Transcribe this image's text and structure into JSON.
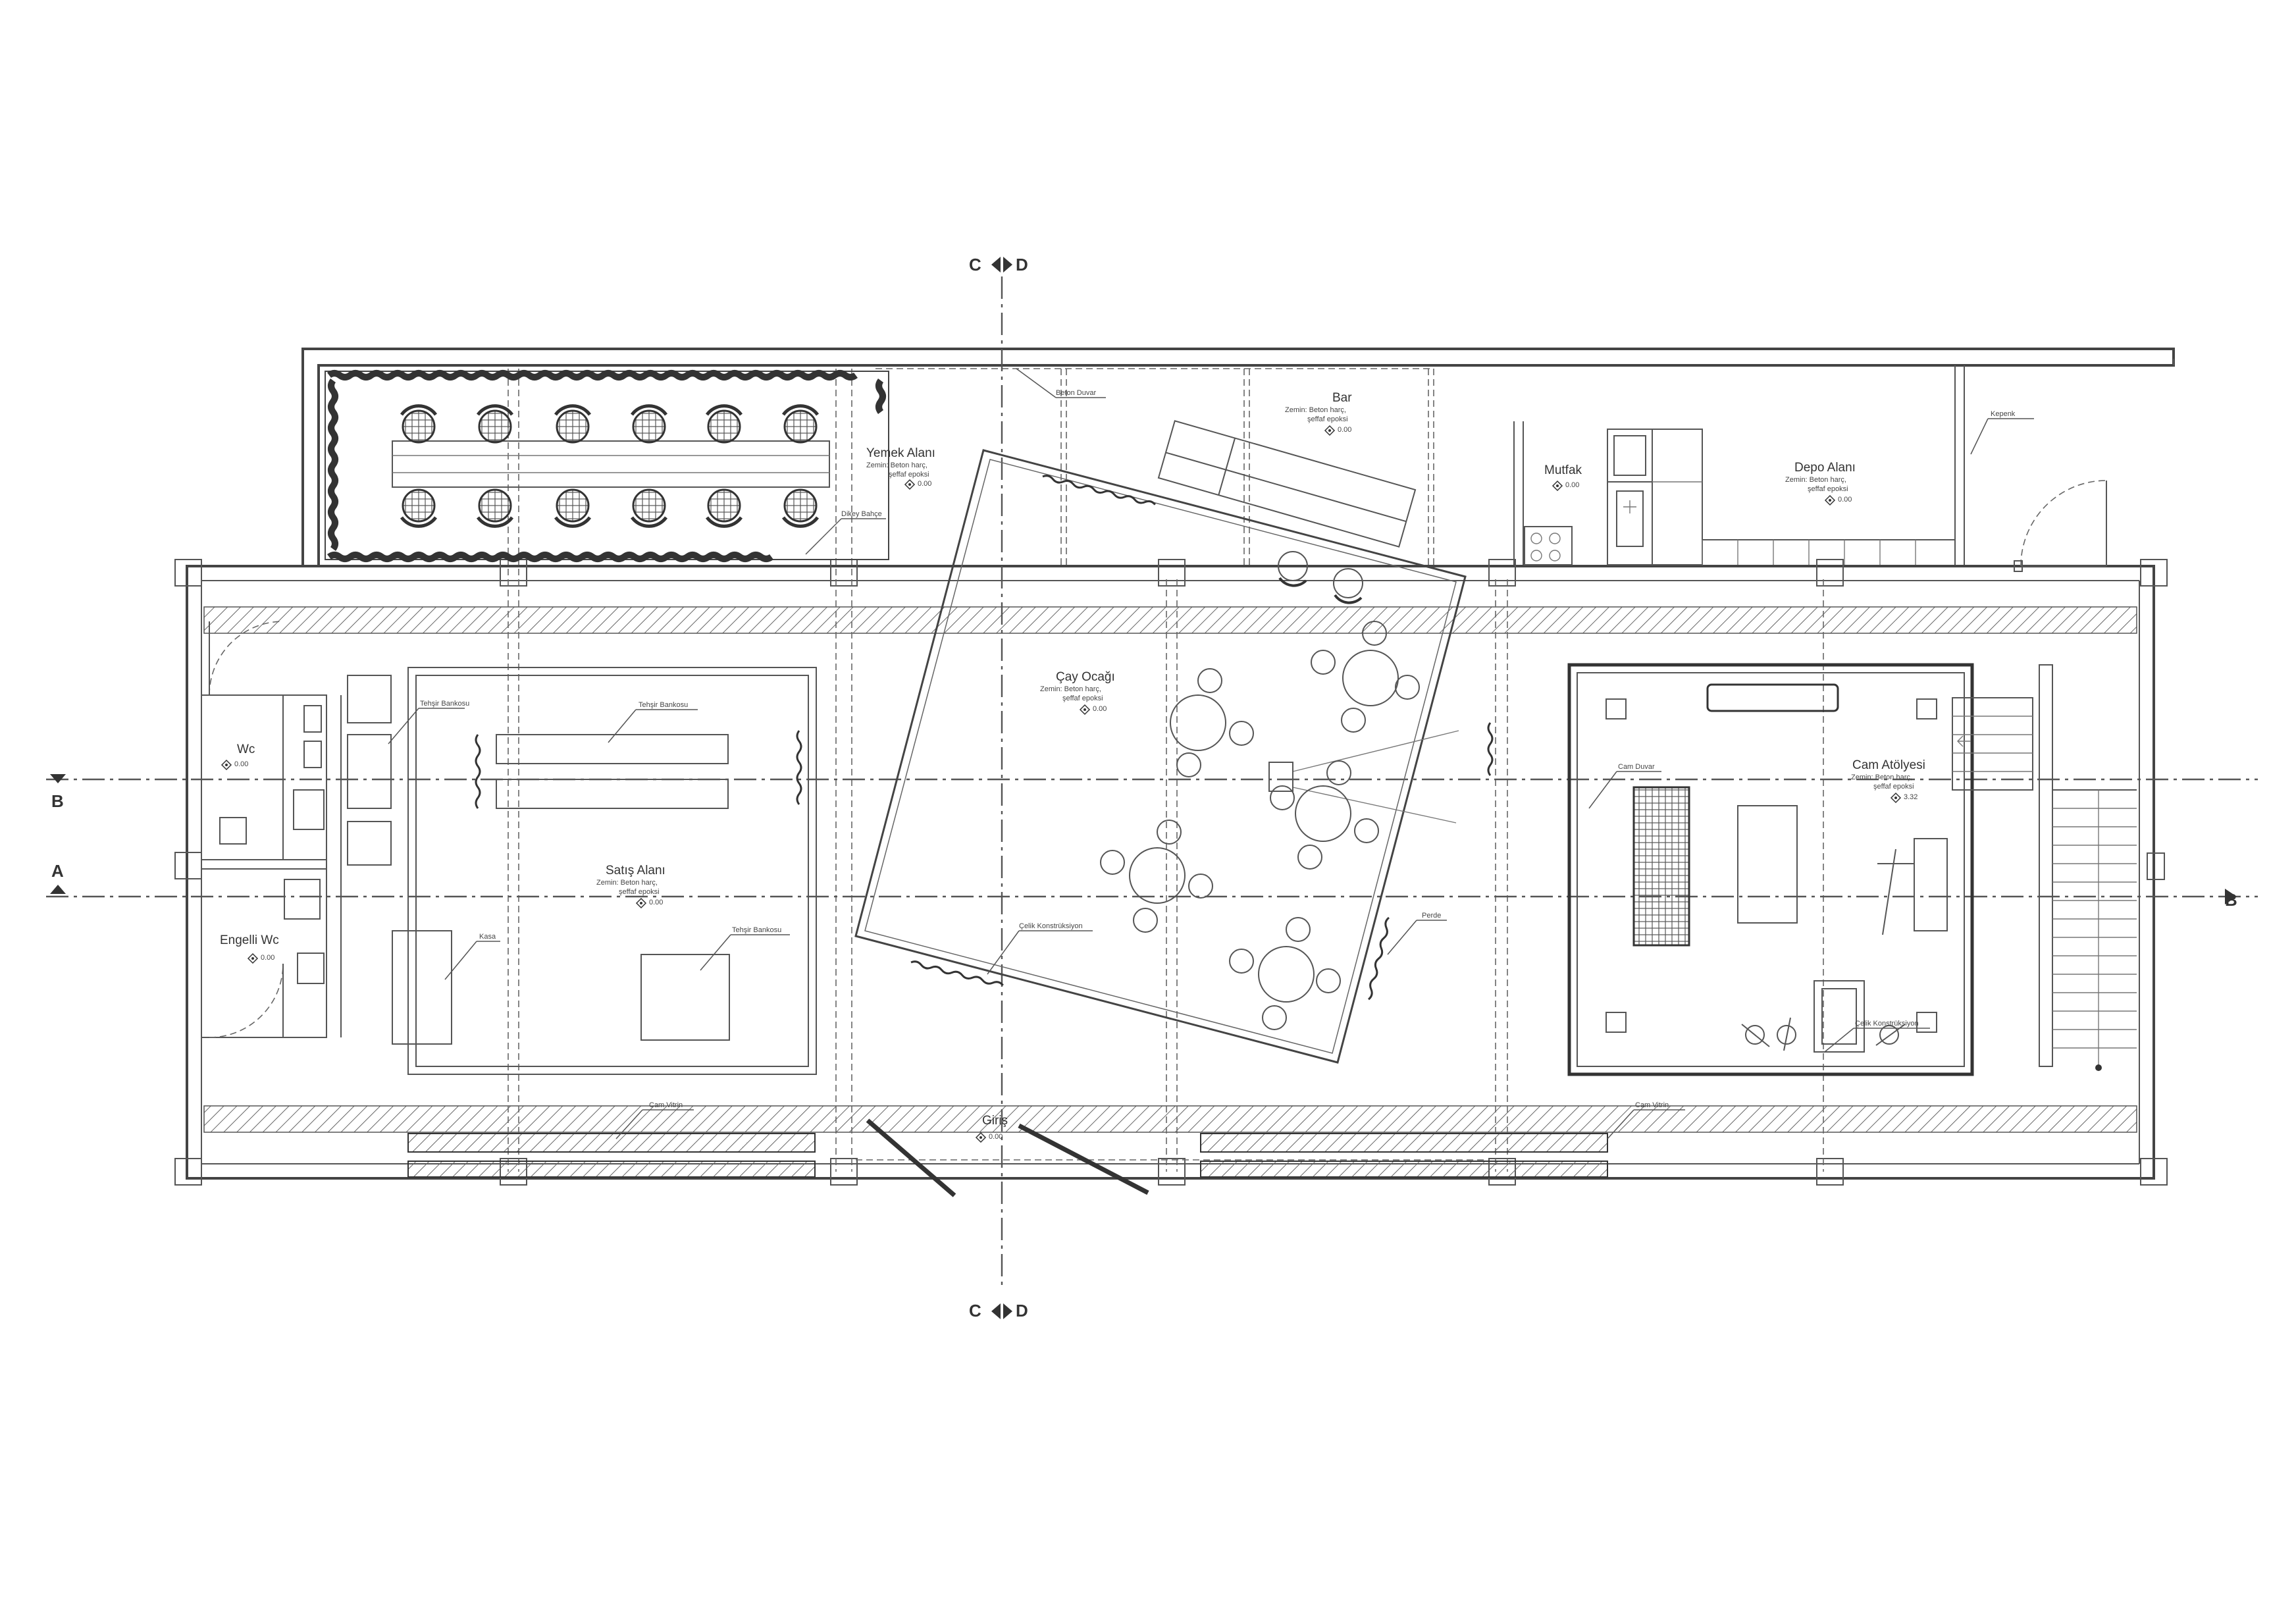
{
  "rooms": {
    "yemek": {
      "title": "Yemek Alanı",
      "floor_1": "Zemin: Beton harç,",
      "floor_2": "şeffaf epoksi",
      "level": "0.00"
    },
    "bar": {
      "title": "Bar",
      "floor_1": "Zemin: Beton harç,",
      "floor_2": "şeffaf epoksi",
      "level": "0.00"
    },
    "mutfak": {
      "title": "Mutfak",
      "level": "0.00"
    },
    "depo": {
      "title": "Depo Alanı",
      "floor_1": "Zemin: Beton harç,",
      "floor_2": "şeffaf epoksi",
      "level": "0.00"
    },
    "wc": {
      "title": "Wc",
      "level": "0.00"
    },
    "engelli_wc": {
      "title": "Engelli Wc",
      "level": "0.00"
    },
    "satis": {
      "title": "Satış Alanı",
      "floor_1": "Zemin: Beton harç,",
      "floor_2": "şeffaf epoksi",
      "level": "0.00"
    },
    "cay": {
      "title": "Çay Ocağı",
      "floor_1": "Zemin: Beton harç,",
      "floor_2": "şeffaf epoksi",
      "level": "0.00"
    },
    "cam_atolye": {
      "title": "Cam Atölyesi",
      "floor_1": "Zemin: Beton harç,",
      "floor_2": "şeffaf epoksi",
      "level": "3.32"
    },
    "giris": {
      "title": "Giriş",
      "level": "0.00"
    }
  },
  "tags": {
    "beton_duvar": "Beton Duvar",
    "dikey_bahce": "Dikey Bahçe",
    "kepenk": "Kepenk",
    "tehsir_1": "Tehşir Bankosu",
    "tehsir_2": "Tehşir Bankosu",
    "tehsir_3": "Tehşir Bankosu",
    "kasa": "Kasa",
    "celik_1": "Çelik Konstrüksiyon",
    "celik_2": "Çelik Konstrüksiyon",
    "perde": "Perde",
    "cam_duvar": "Cam Duvar",
    "cam_vitrin_1": "Cam Vitrin",
    "cam_vitrin_2": "Cam Vitrin"
  },
  "sections": {
    "c": "C",
    "d": "D",
    "a": "A",
    "b": "B"
  }
}
